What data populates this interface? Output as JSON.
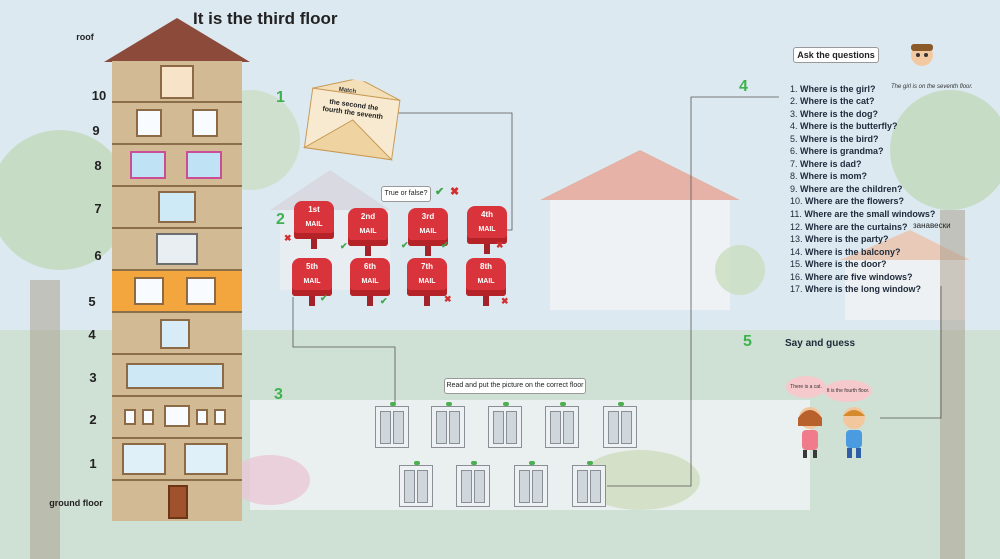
{
  "title": "It is the third floor",
  "floor_labels": [
    "roof",
    "10",
    "9",
    "8",
    "7",
    "6",
    "5",
    "4",
    "3",
    "2",
    "1",
    "ground floor"
  ],
  "steps": [
    "1",
    "2",
    "3",
    "4",
    "5"
  ],
  "envelope": {
    "label": "Match",
    "overlap_text": "the second the fourth the seventh"
  },
  "true_false_label": "True or false?",
  "mailboxes": [
    {
      "num": "1st",
      "label": "MAIL"
    },
    {
      "num": "2nd",
      "label": "MAIL"
    },
    {
      "num": "3rd",
      "label": "MAIL"
    },
    {
      "num": "4th",
      "label": "MAIL"
    },
    {
      "num": "5th",
      "label": "MAIL"
    },
    {
      "num": "6th",
      "label": "MAIL"
    },
    {
      "num": "7th",
      "label": "MAIL"
    },
    {
      "num": "8th",
      "label": "MAIL"
    }
  ],
  "elevator_instruction": "Read and put the picture on the correct floor",
  "questions_title": "Ask the questions",
  "example_answer": "The girl is on the seventh floor.",
  "questions": [
    "1. Where is the girl?",
    "2. Where is the cat?",
    "3. Where is the dog?",
    "4. Where is the butterfly?",
    "5. Where is the bird?",
    "6. Where is grandma?",
    "7. Where is dad?",
    "8. Where is mom?",
    "9. Where are the children?",
    "10. Where are the flowers?",
    "11. Where are the small windows?",
    "12. Where are the curtains?",
    "13. Where is the party?",
    "14. Where is the balcony?",
    "15. Where is the door?",
    "16. Where are five windows?",
    "17. Where is the long window?"
  ],
  "curtains_note": "занавески",
  "say_guess": "Say and guess",
  "bubble_1": "There is a cat.",
  "bubble_2": "It is the fourth floor.",
  "colors": {
    "accent_green": "#3fb24f",
    "mail_red": "#d9343b",
    "building": "#d2ba94",
    "roof": "#8b4a3a",
    "highlight_floor": "#f3a53e"
  }
}
